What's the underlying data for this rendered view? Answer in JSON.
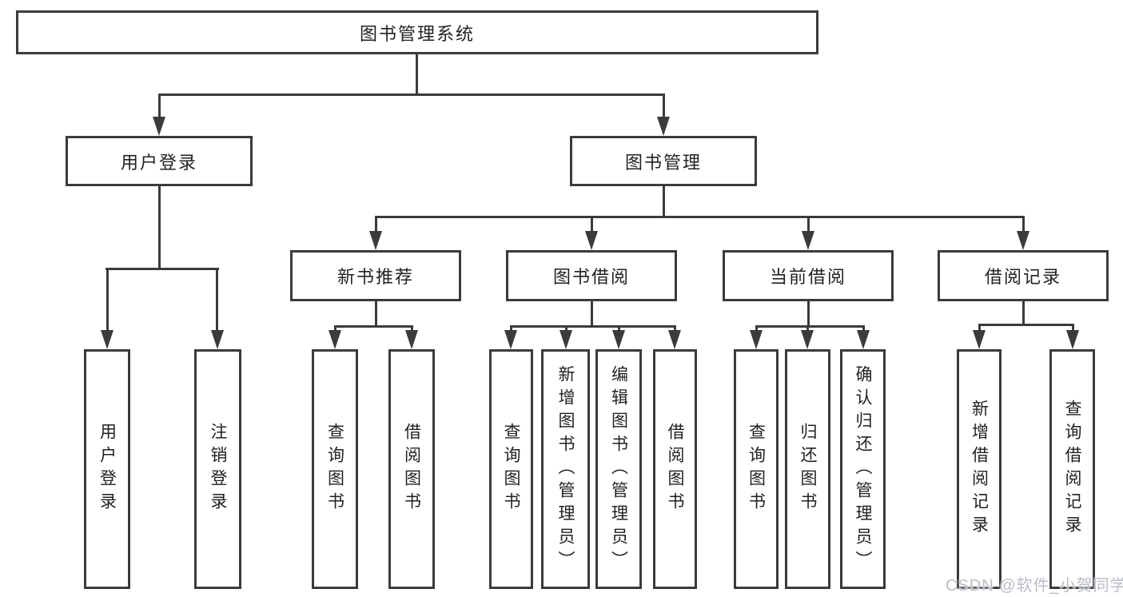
{
  "tree": {
    "label": "图书管理系统",
    "children": [
      {
        "label": "用户登录",
        "children": [
          {
            "label": "用户登录"
          },
          {
            "label": "注销登录"
          }
        ]
      },
      {
        "label": "图书管理",
        "children": [
          {
            "label": "新书推荐",
            "children": [
              {
                "label": "查询图书"
              },
              {
                "label": "借阅图书"
              }
            ]
          },
          {
            "label": "图书借阅",
            "children": [
              {
                "label": "查询图书"
              },
              {
                "label": "新增图书（管理员）"
              },
              {
                "label": "编辑图书（管理员）"
              },
              {
                "label": "借阅图书"
              }
            ]
          },
          {
            "label": "当前借阅",
            "children": [
              {
                "label": "查询图书"
              },
              {
                "label": "归还图书"
              },
              {
                "label": "确认归还（管理员）"
              }
            ]
          },
          {
            "label": "借阅记录",
            "children": [
              {
                "label": "新增借阅记录"
              },
              {
                "label": "查询借阅记录"
              }
            ]
          }
        ]
      }
    ]
  },
  "watermark": {
    "text": "CSDN @软件_小贺同学"
  },
  "colors": {
    "line": "#3b3b3b",
    "text": "#222222",
    "watermark": "#b8bdc6",
    "background": "#ffffff"
  }
}
